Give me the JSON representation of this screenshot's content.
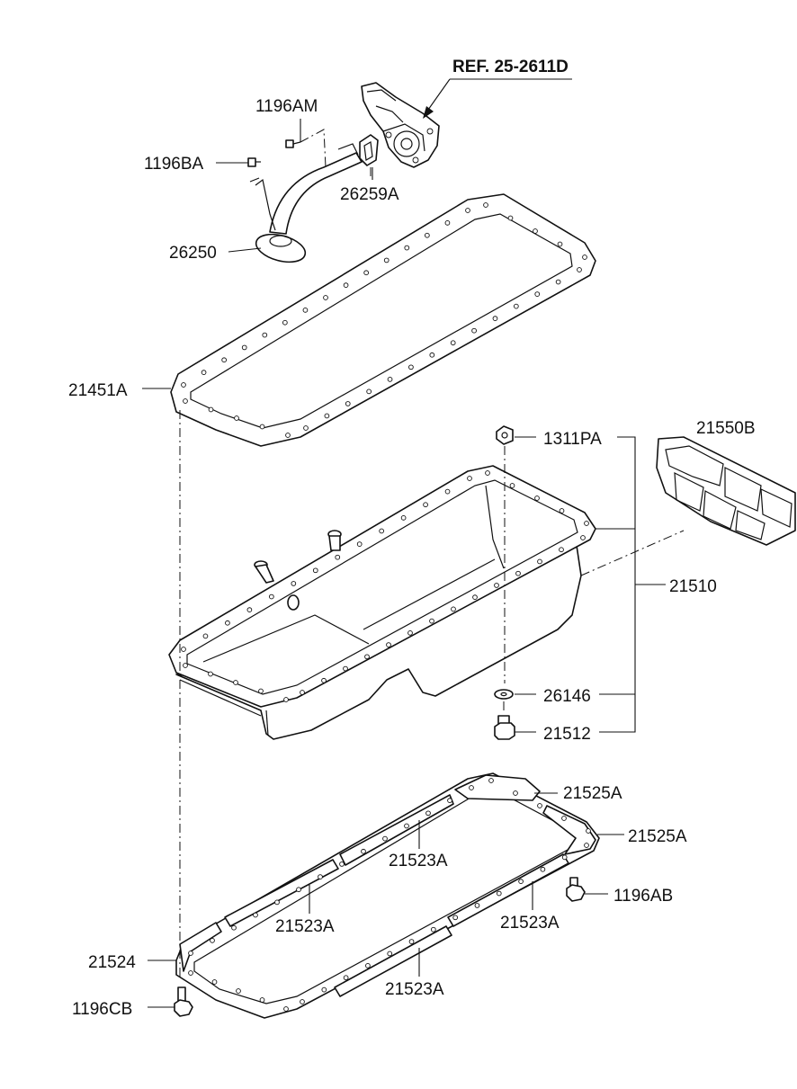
{
  "diagram": {
    "reference": "REF. 25-2611D",
    "callouts": [
      {
        "id": "c-1196AM",
        "text": "1196AM"
      },
      {
        "id": "c-1196BA",
        "text": "1196BA"
      },
      {
        "id": "c-26259A",
        "text": "26259A"
      },
      {
        "id": "c-26250",
        "text": "26250"
      },
      {
        "id": "c-21451A",
        "text": "21451A"
      },
      {
        "id": "c-1311PA",
        "text": "1311PA"
      },
      {
        "id": "c-21550B",
        "text": "21550B"
      },
      {
        "id": "c-21510",
        "text": "21510"
      },
      {
        "id": "c-26146",
        "text": "26146"
      },
      {
        "id": "c-21512",
        "text": "21512"
      },
      {
        "id": "c-21525A-1",
        "text": "21525A"
      },
      {
        "id": "c-21525A-2",
        "text": "21525A"
      },
      {
        "id": "c-21523A-1",
        "text": "21523A"
      },
      {
        "id": "c-21523A-2",
        "text": "21523A"
      },
      {
        "id": "c-21523A-3",
        "text": "21523A"
      },
      {
        "id": "c-21523A-4",
        "text": "21523A"
      },
      {
        "id": "c-1196AB",
        "text": "1196AB"
      },
      {
        "id": "c-21524",
        "text": "21524"
      },
      {
        "id": "c-1196CB",
        "text": "1196CB"
      }
    ]
  }
}
